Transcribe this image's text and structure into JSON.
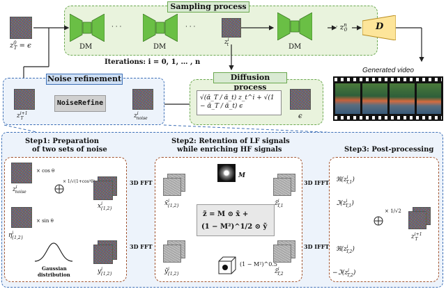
{
  "sampling": {
    "title": "Sampling process",
    "z_init": "z",
    "z_init_sup": "0",
    "z_init_sub": "T",
    "z_init_eq": "= ϵ",
    "z_mid": "z",
    "z_mid_sup": "i",
    "z_mid_sub": "t",
    "z_out": "z",
    "z_out_sup": "n",
    "z_out_sub": "0",
    "dm_label": "DM",
    "ellipsis": "· · ·",
    "decoder": "D",
    "iterations": "Iterations:  i = 0, 1, … , n"
  },
  "generated_video": {
    "caption": "Generated video"
  },
  "diffusion": {
    "title": "Diffusion process",
    "formula": "√(ᾱ_T / ᾱ_t) z_t^i + √(1 − ᾱ_T / ᾱ_t) ϵ",
    "epsilon": "ϵ"
  },
  "refinement": {
    "title": "Noise refinement",
    "button": "NoiseRefine",
    "z_next": "z",
    "z_next_sup": "i+1",
    "z_next_sub": "T",
    "z_noise": "z",
    "z_noise_sup": "i",
    "z_noise_sub": "noise"
  },
  "step1": {
    "title_line1": "Step1: Preparation",
    "title_line2": "of two sets of noise",
    "cos_label": "× cos θ",
    "sin_label": "× sin θ",
    "frac_label": "× 1/√(1+cos²θ)",
    "z_noise": "z",
    "z_noise_sup": "i",
    "z_noise_sub": "noise",
    "eta": "η",
    "eta_sup": "i",
    "eta_sub": "{1,2}",
    "x_label": "x",
    "x_sup": "i",
    "x_sub": "{1,2}",
    "y_label": "y",
    "y_sup": "i",
    "y_sub": "{1,2}",
    "gaussian_line1": "Gaussian",
    "gaussian_line2": "distribution"
  },
  "step2": {
    "title_line1": "Step2: Retention of LF signals",
    "title_line2": "while enriching HF signals",
    "fft_label": "3D FFT",
    "m_label": "M",
    "xt_label": "x̃",
    "xt_sup": "i",
    "xt_sub": "{1,2}",
    "yt_label": "ỹ",
    "yt_sup": "i",
    "yt_sub": "{1,2}",
    "formula_line1": "z̃ = M ⊙ x̃ +",
    "formula_line2": "(1 − M²)^1/2 ⊙ ỹ",
    "mask_label": "(1 − M²)^0.5",
    "zt1": "z̃",
    "zt1_sup": "i",
    "zt1_sub": "T,1",
    "zt2": "z̃",
    "zt2_sup": "i",
    "zt2_sub": "T,2"
  },
  "step3": {
    "title": "Step3: Post-processing",
    "ifft_label": "3D IFFT",
    "re1": "ℜ(z",
    "re1_sup": "i",
    "re1_sub": "T,1",
    "im1": "ℑ(z",
    "im1_sup": "i",
    "im1_sub": "T,1",
    "re2": "ℜ(z",
    "re2_sup": "i",
    "re2_sub": "T,2",
    "im2": "−ℑ(z",
    "im2_sup": "i",
    "im2_sub": "T,2",
    "close_paren": ")",
    "scale_label": "× 1/√2",
    "z_out": "z",
    "z_out_sup": "i+1",
    "z_out_sub": "T"
  },
  "colors": {
    "sampling_bg": "#e9f3dd",
    "sampling_border": "#6aa84f",
    "refine_bg": "#edf3fb",
    "refine_border": "#3d6fb6",
    "step_border": "#a0522d",
    "dm_block": "#6abf45"
  }
}
